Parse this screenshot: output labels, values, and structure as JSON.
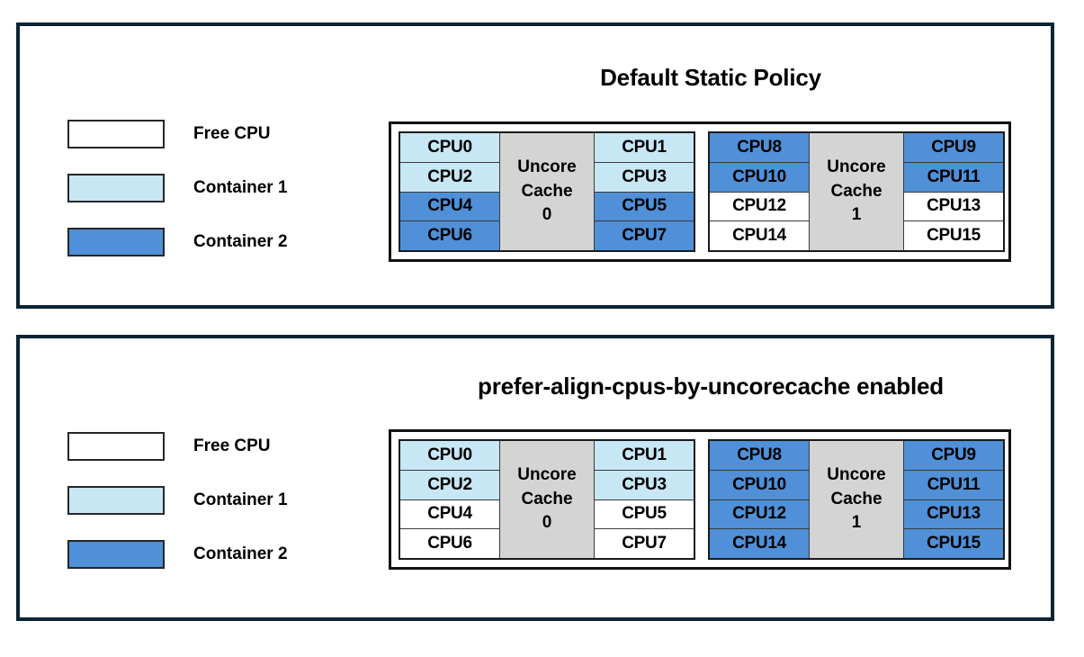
{
  "colors": {
    "free_cpu": "#ffffff",
    "container1": "#c8e7f5",
    "container2": "#4f90d8",
    "uncore_cache": "#d4d4d4",
    "panel_border": "#0b2434",
    "diagram_border": "#111111"
  },
  "legend": {
    "items": [
      {
        "label": "Free CPU",
        "fill": "free"
      },
      {
        "label": "Container 1",
        "fill": "container1"
      },
      {
        "label": "Container 2",
        "fill": "container2"
      }
    ]
  },
  "panels": [
    {
      "id": "default-static-policy",
      "title": "Default Static Policy",
      "clusters": [
        {
          "cache_lines": [
            "Uncore",
            "Cache",
            "0"
          ],
          "left_column": [
            {
              "label": "CPU0",
              "fill": "container1"
            },
            {
              "label": "CPU2",
              "fill": "container1"
            },
            {
              "label": "CPU4",
              "fill": "container2"
            },
            {
              "label": "CPU6",
              "fill": "container2"
            }
          ],
          "right_column": [
            {
              "label": "CPU1",
              "fill": "container1"
            },
            {
              "label": "CPU3",
              "fill": "container1"
            },
            {
              "label": "CPU5",
              "fill": "container2"
            },
            {
              "label": "CPU7",
              "fill": "container2"
            }
          ]
        },
        {
          "cache_lines": [
            "Uncore",
            "Cache",
            "1"
          ],
          "left_column": [
            {
              "label": "CPU8",
              "fill": "container2"
            },
            {
              "label": "CPU10",
              "fill": "container2"
            },
            {
              "label": "CPU12",
              "fill": "free"
            },
            {
              "label": "CPU14",
              "fill": "free"
            }
          ],
          "right_column": [
            {
              "label": "CPU9",
              "fill": "container2"
            },
            {
              "label": "CPU11",
              "fill": "container2"
            },
            {
              "label": "CPU13",
              "fill": "free"
            },
            {
              "label": "CPU15",
              "fill": "free"
            }
          ]
        }
      ]
    },
    {
      "id": "prefer-align-cpus-by-uncorecache-enabled",
      "title": "prefer-align-cpus-by-uncorecache enabled",
      "clusters": [
        {
          "cache_lines": [
            "Uncore",
            "Cache",
            "0"
          ],
          "left_column": [
            {
              "label": "CPU0",
              "fill": "container1"
            },
            {
              "label": "CPU2",
              "fill": "container1"
            },
            {
              "label": "CPU4",
              "fill": "free"
            },
            {
              "label": "CPU6",
              "fill": "free"
            }
          ],
          "right_column": [
            {
              "label": "CPU1",
              "fill": "container1"
            },
            {
              "label": "CPU3",
              "fill": "container1"
            },
            {
              "label": "CPU5",
              "fill": "free"
            },
            {
              "label": "CPU7",
              "fill": "free"
            }
          ]
        },
        {
          "cache_lines": [
            "Uncore",
            "Cache",
            "1"
          ],
          "left_column": [
            {
              "label": "CPU8",
              "fill": "container2"
            },
            {
              "label": "CPU10",
              "fill": "container2"
            },
            {
              "label": "CPU12",
              "fill": "container2"
            },
            {
              "label": "CPU14",
              "fill": "container2"
            }
          ],
          "right_column": [
            {
              "label": "CPU9",
              "fill": "container2"
            },
            {
              "label": "CPU11",
              "fill": "container2"
            },
            {
              "label": "CPU13",
              "fill": "container2"
            },
            {
              "label": "CPU15",
              "fill": "container2"
            }
          ]
        }
      ]
    }
  ]
}
